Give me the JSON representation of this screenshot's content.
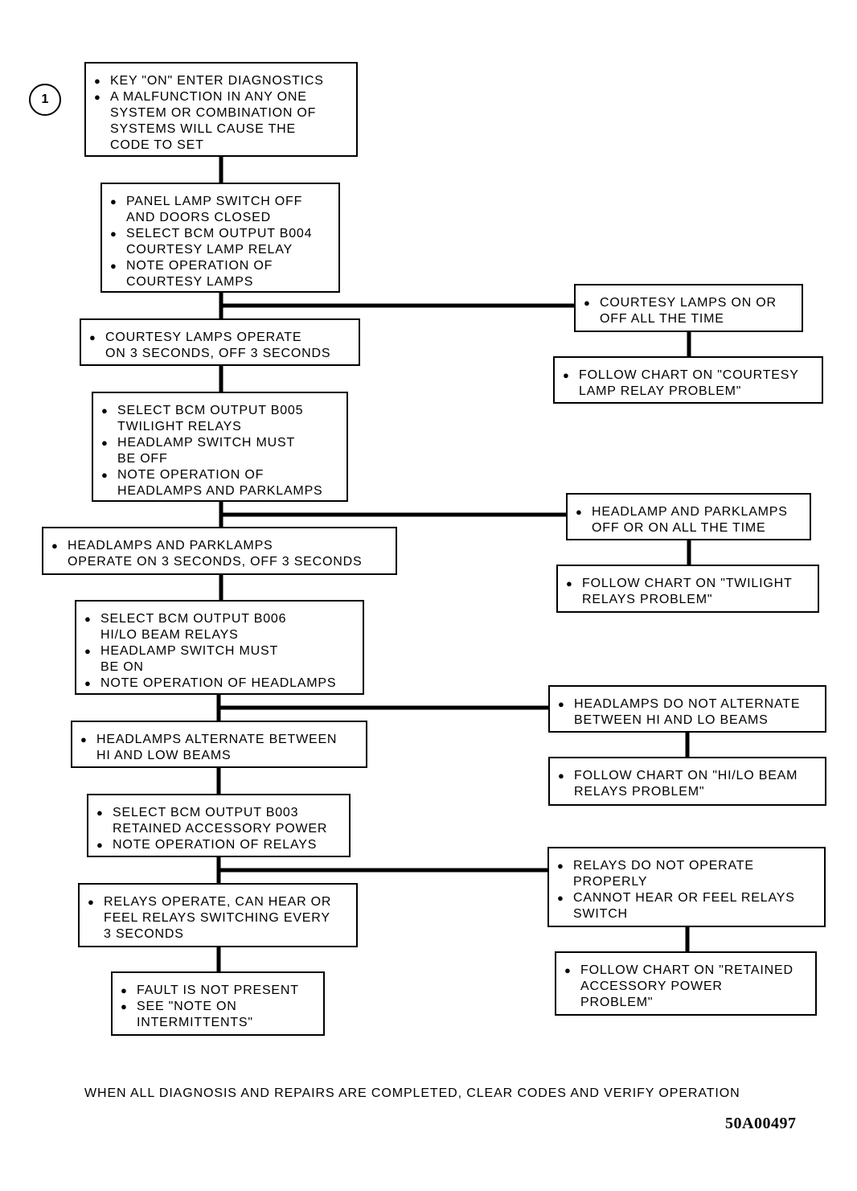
{
  "start_marker": "1",
  "boxes": [
    {
      "id": "b1",
      "items": [
        [
          "KEY \"ON\" ENTER DIAGNOSTICS"
        ],
        [
          "A MALFUNCTION IN ANY ONE",
          "SYSTEM OR COMBINATION OF",
          "SYSTEMS WILL CAUSE THE",
          "CODE TO SET"
        ]
      ]
    },
    {
      "id": "b2",
      "items": [
        [
          "PANEL LAMP SWITCH OFF",
          "AND DOORS CLOSED"
        ],
        [
          "SELECT BCM OUTPUT B004",
          "COURTESY LAMP RELAY"
        ],
        [
          "NOTE OPERATION OF",
          "COURTESY LAMPS"
        ]
      ]
    },
    {
      "id": "b3",
      "items": [
        [
          "COURTESY LAMPS OPERATE",
          "ON 3 SECONDS, OFF 3 SECONDS"
        ]
      ]
    },
    {
      "id": "b4",
      "items": [
        [
          "COURTESY LAMPS ON OR",
          "OFF ALL THE TIME"
        ]
      ]
    },
    {
      "id": "b5",
      "items": [
        [
          "FOLLOW CHART ON \"COURTESY",
          "LAMP RELAY PROBLEM\""
        ]
      ]
    },
    {
      "id": "b6",
      "items": [
        [
          "SELECT BCM OUTPUT B005",
          "TWILIGHT RELAYS"
        ],
        [
          "HEADLAMP SWITCH MUST",
          "BE OFF"
        ],
        [
          "NOTE OPERATION OF",
          "HEADLAMPS AND PARKLAMPS"
        ]
      ]
    },
    {
      "id": "b7",
      "items": [
        [
          "HEADLAMPS AND PARKLAMPS",
          "OPERATE ON 3 SECONDS, OFF 3 SECONDS"
        ]
      ]
    },
    {
      "id": "b8",
      "items": [
        [
          "HEADLAMP AND PARKLAMPS",
          "OFF OR ON ALL THE TIME"
        ]
      ]
    },
    {
      "id": "b9",
      "items": [
        [
          "FOLLOW CHART ON \"TWILIGHT",
          "RELAYS PROBLEM\""
        ]
      ]
    },
    {
      "id": "b10",
      "items": [
        [
          "SELECT BCM OUTPUT B006",
          "HI/LO BEAM RELAYS"
        ],
        [
          "HEADLAMP SWITCH MUST",
          "BE ON"
        ],
        [
          "NOTE OPERATION OF HEADLAMPS"
        ]
      ]
    },
    {
      "id": "b11",
      "items": [
        [
          "HEADLAMPS ALTERNATE BETWEEN",
          "HI AND LOW BEAMS"
        ]
      ]
    },
    {
      "id": "b12",
      "items": [
        [
          "HEADLAMPS DO NOT ALTERNATE",
          "BETWEEN HI AND LO BEAMS"
        ]
      ]
    },
    {
      "id": "b13",
      "items": [
        [
          "FOLLOW CHART ON \"HI/LO BEAM",
          "RELAYS PROBLEM\""
        ]
      ]
    },
    {
      "id": "b14",
      "items": [
        [
          "SELECT BCM OUTPUT B003",
          "RETAINED ACCESSORY POWER"
        ],
        [
          "NOTE OPERATION OF RELAYS"
        ]
      ]
    },
    {
      "id": "b15",
      "items": [
        [
          "RELAYS OPERATE, CAN HEAR OR",
          "FEEL RELAYS SWITCHING EVERY",
          "3 SECONDS"
        ]
      ]
    },
    {
      "id": "b16",
      "items": [
        [
          "RELAYS DO NOT OPERATE",
          "PROPERLY"
        ],
        [
          "CANNOT HEAR OR FEEL RELAYS",
          "SWITCH"
        ]
      ]
    },
    {
      "id": "b17",
      "items": [
        [
          "FOLLOW CHART ON \"RETAINED",
          "ACCESSORY POWER",
          "PROBLEM\""
        ]
      ]
    },
    {
      "id": "b18",
      "items": [
        [
          "FAULT IS NOT PRESENT"
        ],
        [
          "SEE \"NOTE ON",
          "INTERMITTENTS\""
        ]
      ]
    }
  ],
  "footer_note": "WHEN ALL DIAGNOSIS AND REPAIRS ARE COMPLETED, CLEAR CODES AND VERIFY OPERATION",
  "figure_id": "50A00497"
}
